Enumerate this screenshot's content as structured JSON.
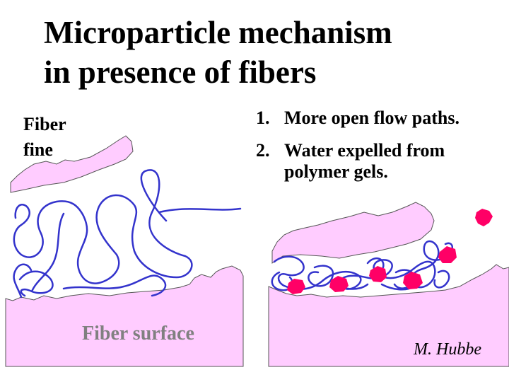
{
  "slide": {
    "title_line1": "Microparticle mechanism",
    "title_line2": "in presence of fibers"
  },
  "left_panel": {
    "fine_label_line1": "Fiber",
    "fine_label_line2": "fine",
    "surface_label": "Fiber surface"
  },
  "right_panel": {
    "points": [
      {
        "number": "1.",
        "text": "More open flow paths."
      },
      {
        "number": "2.",
        "text": "Water expelled from polymer gels."
      }
    ],
    "credit": "M. Hubbe"
  },
  "colors": {
    "fiber_fill": "#ffccff",
    "polymer_strand": "#3333cc",
    "microparticle": "#ff0066",
    "surface_label": "#808080"
  }
}
